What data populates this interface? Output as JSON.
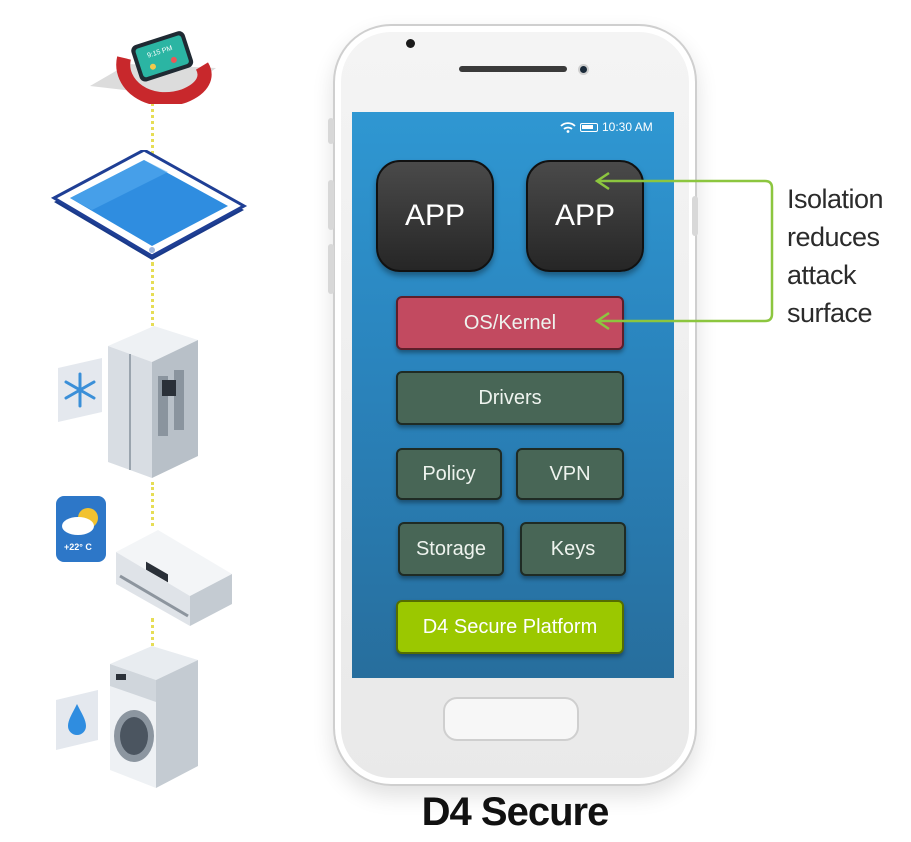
{
  "status_bar": {
    "time": "10:30 AM",
    "icons": [
      "wifi-icon",
      "battery-icon"
    ]
  },
  "apps": [
    {
      "label": "APP"
    },
    {
      "label": "APP"
    }
  ],
  "stack": {
    "kernel": "OS/Kernel",
    "drivers": "Drivers",
    "policy": "Policy",
    "vpn": "VPN",
    "storage": "Storage",
    "keys": "Keys",
    "platform": "D4 Secure Platform"
  },
  "annotation": {
    "lines": [
      "Isolation",
      "reduces",
      "attack",
      "surface"
    ]
  },
  "caption": "D4 Secure",
  "smartwatch": {
    "time": "9:15 PM"
  },
  "ac_badge": {
    "temperature": "+22° C"
  },
  "devices": [
    "smartwatch-icon",
    "tablet-icon",
    "refrigerator-icon",
    "snowflake-icon",
    "air-conditioner-icon",
    "weather-icon",
    "washing-machine-icon",
    "water-drop-icon"
  ],
  "colors": {
    "screen": "#2f97d2",
    "app": "#333333",
    "kernel": "#c24a60",
    "layer": "#486656",
    "platform": "#9bc800",
    "arrow": "#8cc63f",
    "connector": "#e6dd55"
  }
}
